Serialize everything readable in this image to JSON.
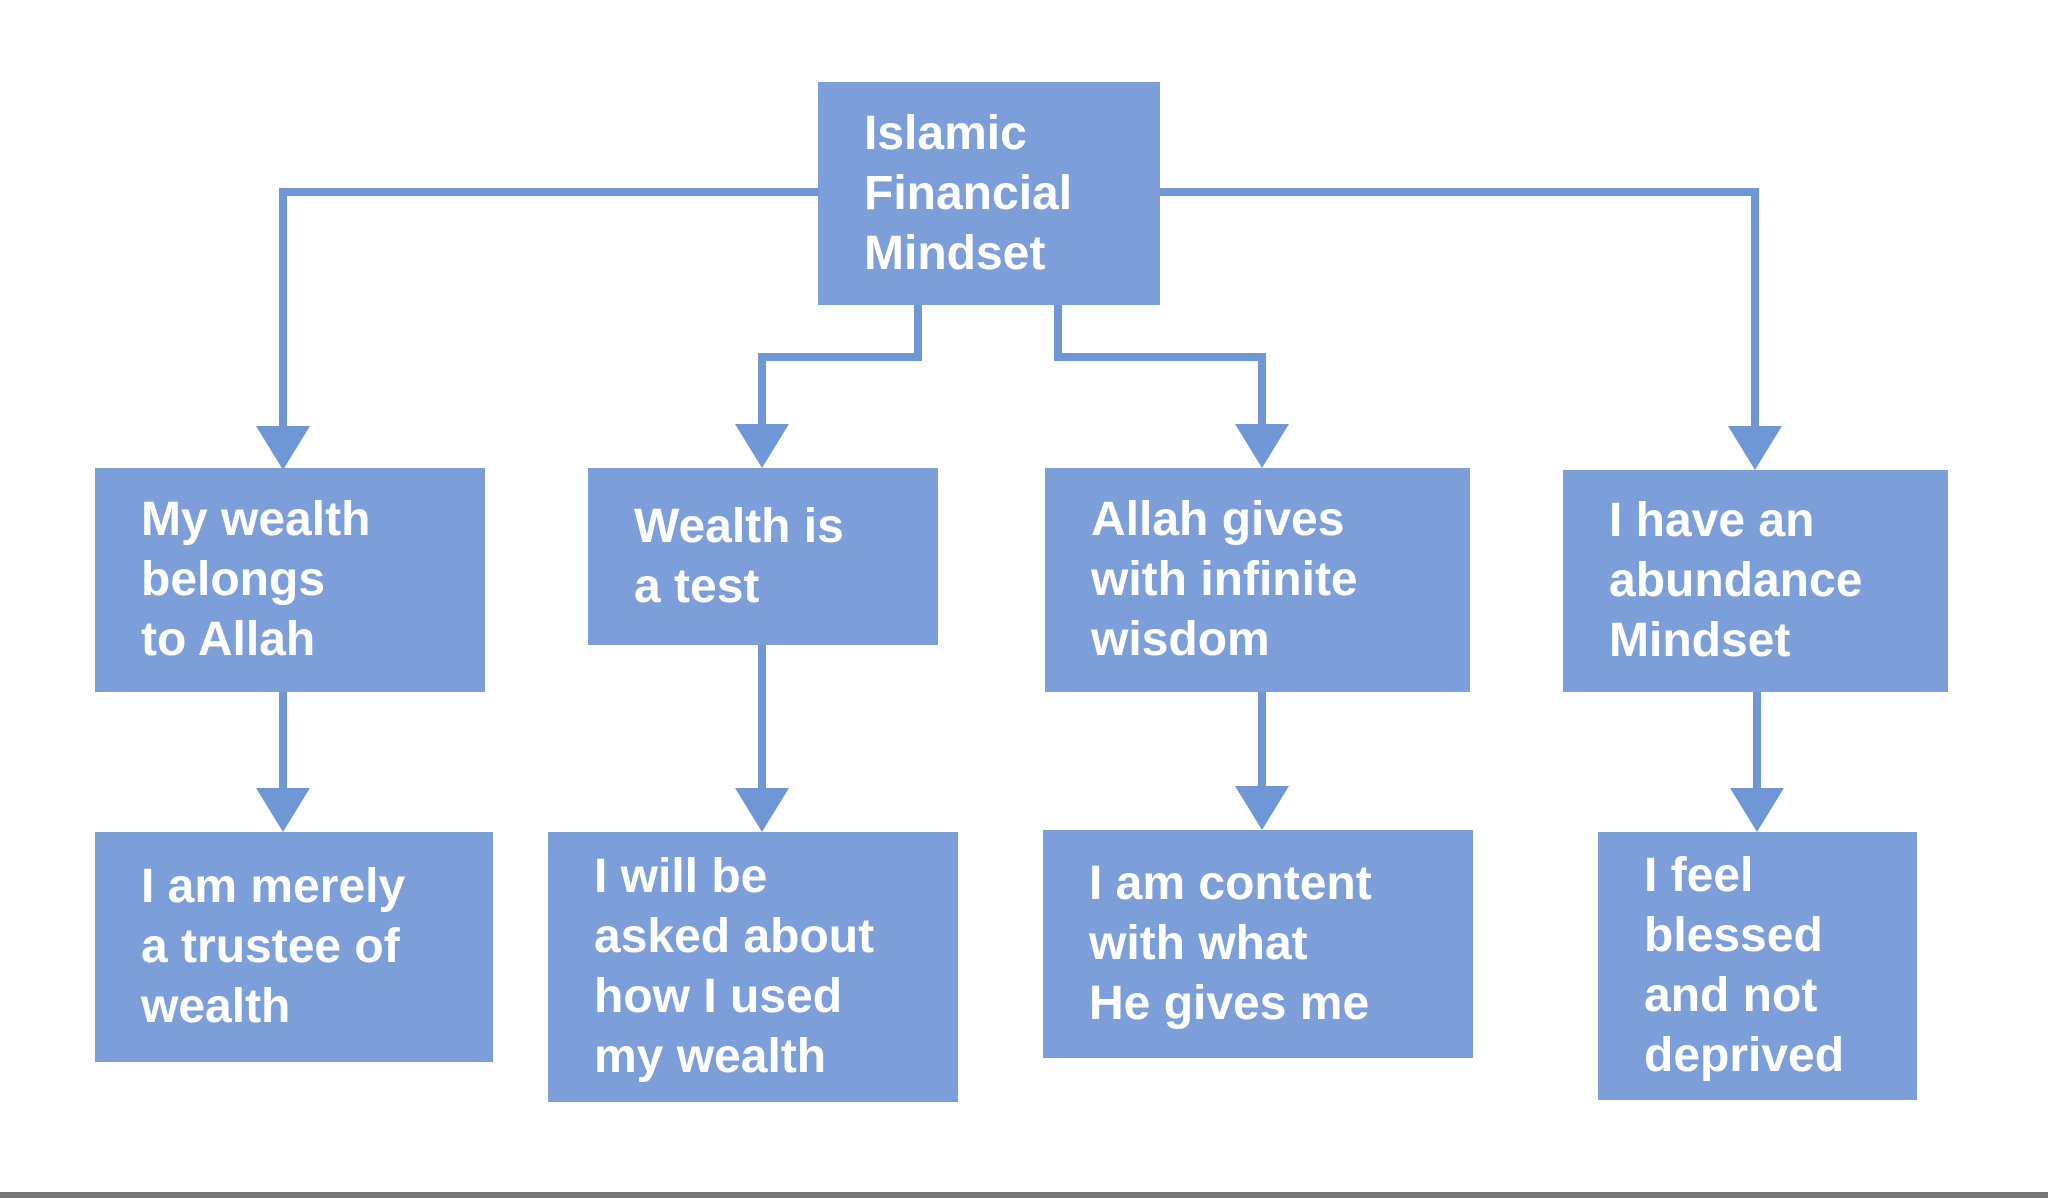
{
  "palette": {
    "background": "#FFFFFF",
    "node_fill": "#7C9FDA",
    "connector": "#6F96D5",
    "node_text": "#FFFFFF",
    "bottom_rule": "#767676"
  },
  "flowchart": {
    "root": {
      "label": "Islamic\nFinancial\nMindset"
    },
    "branches": [
      {
        "belief": "My wealth\nbelongs\nto Allah",
        "outcome": "I am merely\na trustee of\nwealth"
      },
      {
        "belief": "Wealth is\na test",
        "outcome": "I will be\nasked about\nhow I used\nmy wealth"
      },
      {
        "belief": "Allah gives\nwith infinite\nwisdom",
        "outcome": "I am content\nwith what\nHe gives me"
      },
      {
        "belief": "I have an\nabundance\nMindset",
        "outcome": "I feel\nblessed\nand not\ndeprived"
      }
    ]
  }
}
